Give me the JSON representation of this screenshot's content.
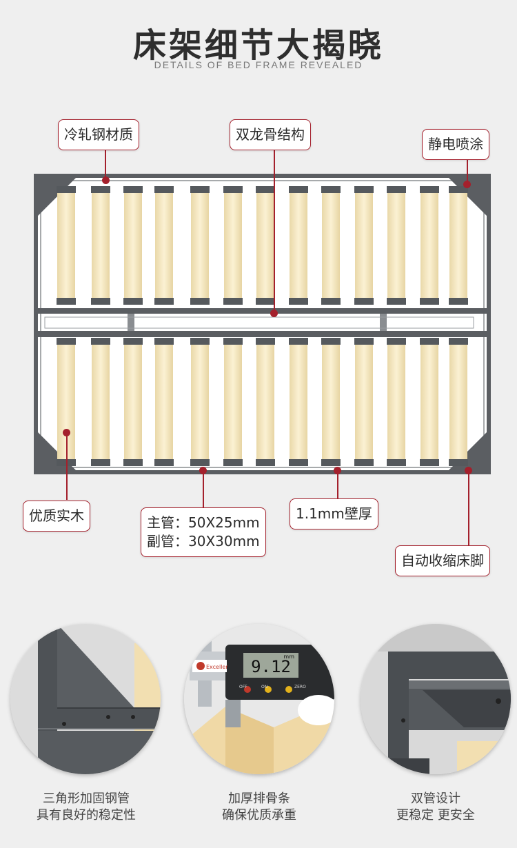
{
  "header": {
    "title": "床架细节大揭晓",
    "subtitle": "DETAILS OF BED FRAME REVEALED"
  },
  "callouts": {
    "cold_rolled_steel": "冷轧钢材质",
    "double_keel": "双龙骨结构",
    "electrostatic_spray": "静电喷涂",
    "quality_wood": "优质实木",
    "main_tube": "主管：50X25mm",
    "sub_tube": "副管：30X30mm",
    "wall_thickness": "1.1mm壁厚",
    "retract_legs": "自动收缩床脚"
  },
  "details": [
    {
      "line1": "三角形加固钢管",
      "line2": "具有良好的稳定性"
    },
    {
      "line1": "加厚排骨条",
      "line2": "确保优质承重"
    },
    {
      "line1": "双管设计",
      "line2": "更稳定 更安全"
    }
  ],
  "caliper": {
    "brand": "Exceller",
    "reading": "9.12",
    "unit": "mm",
    "btn_off": "OFF",
    "btn_on": "ON",
    "btn_zero": "ZERO"
  },
  "colors": {
    "accent": "#a4202c",
    "frame": "#5b5e62",
    "slat": "#f4e6bf",
    "background": "#efefef"
  }
}
